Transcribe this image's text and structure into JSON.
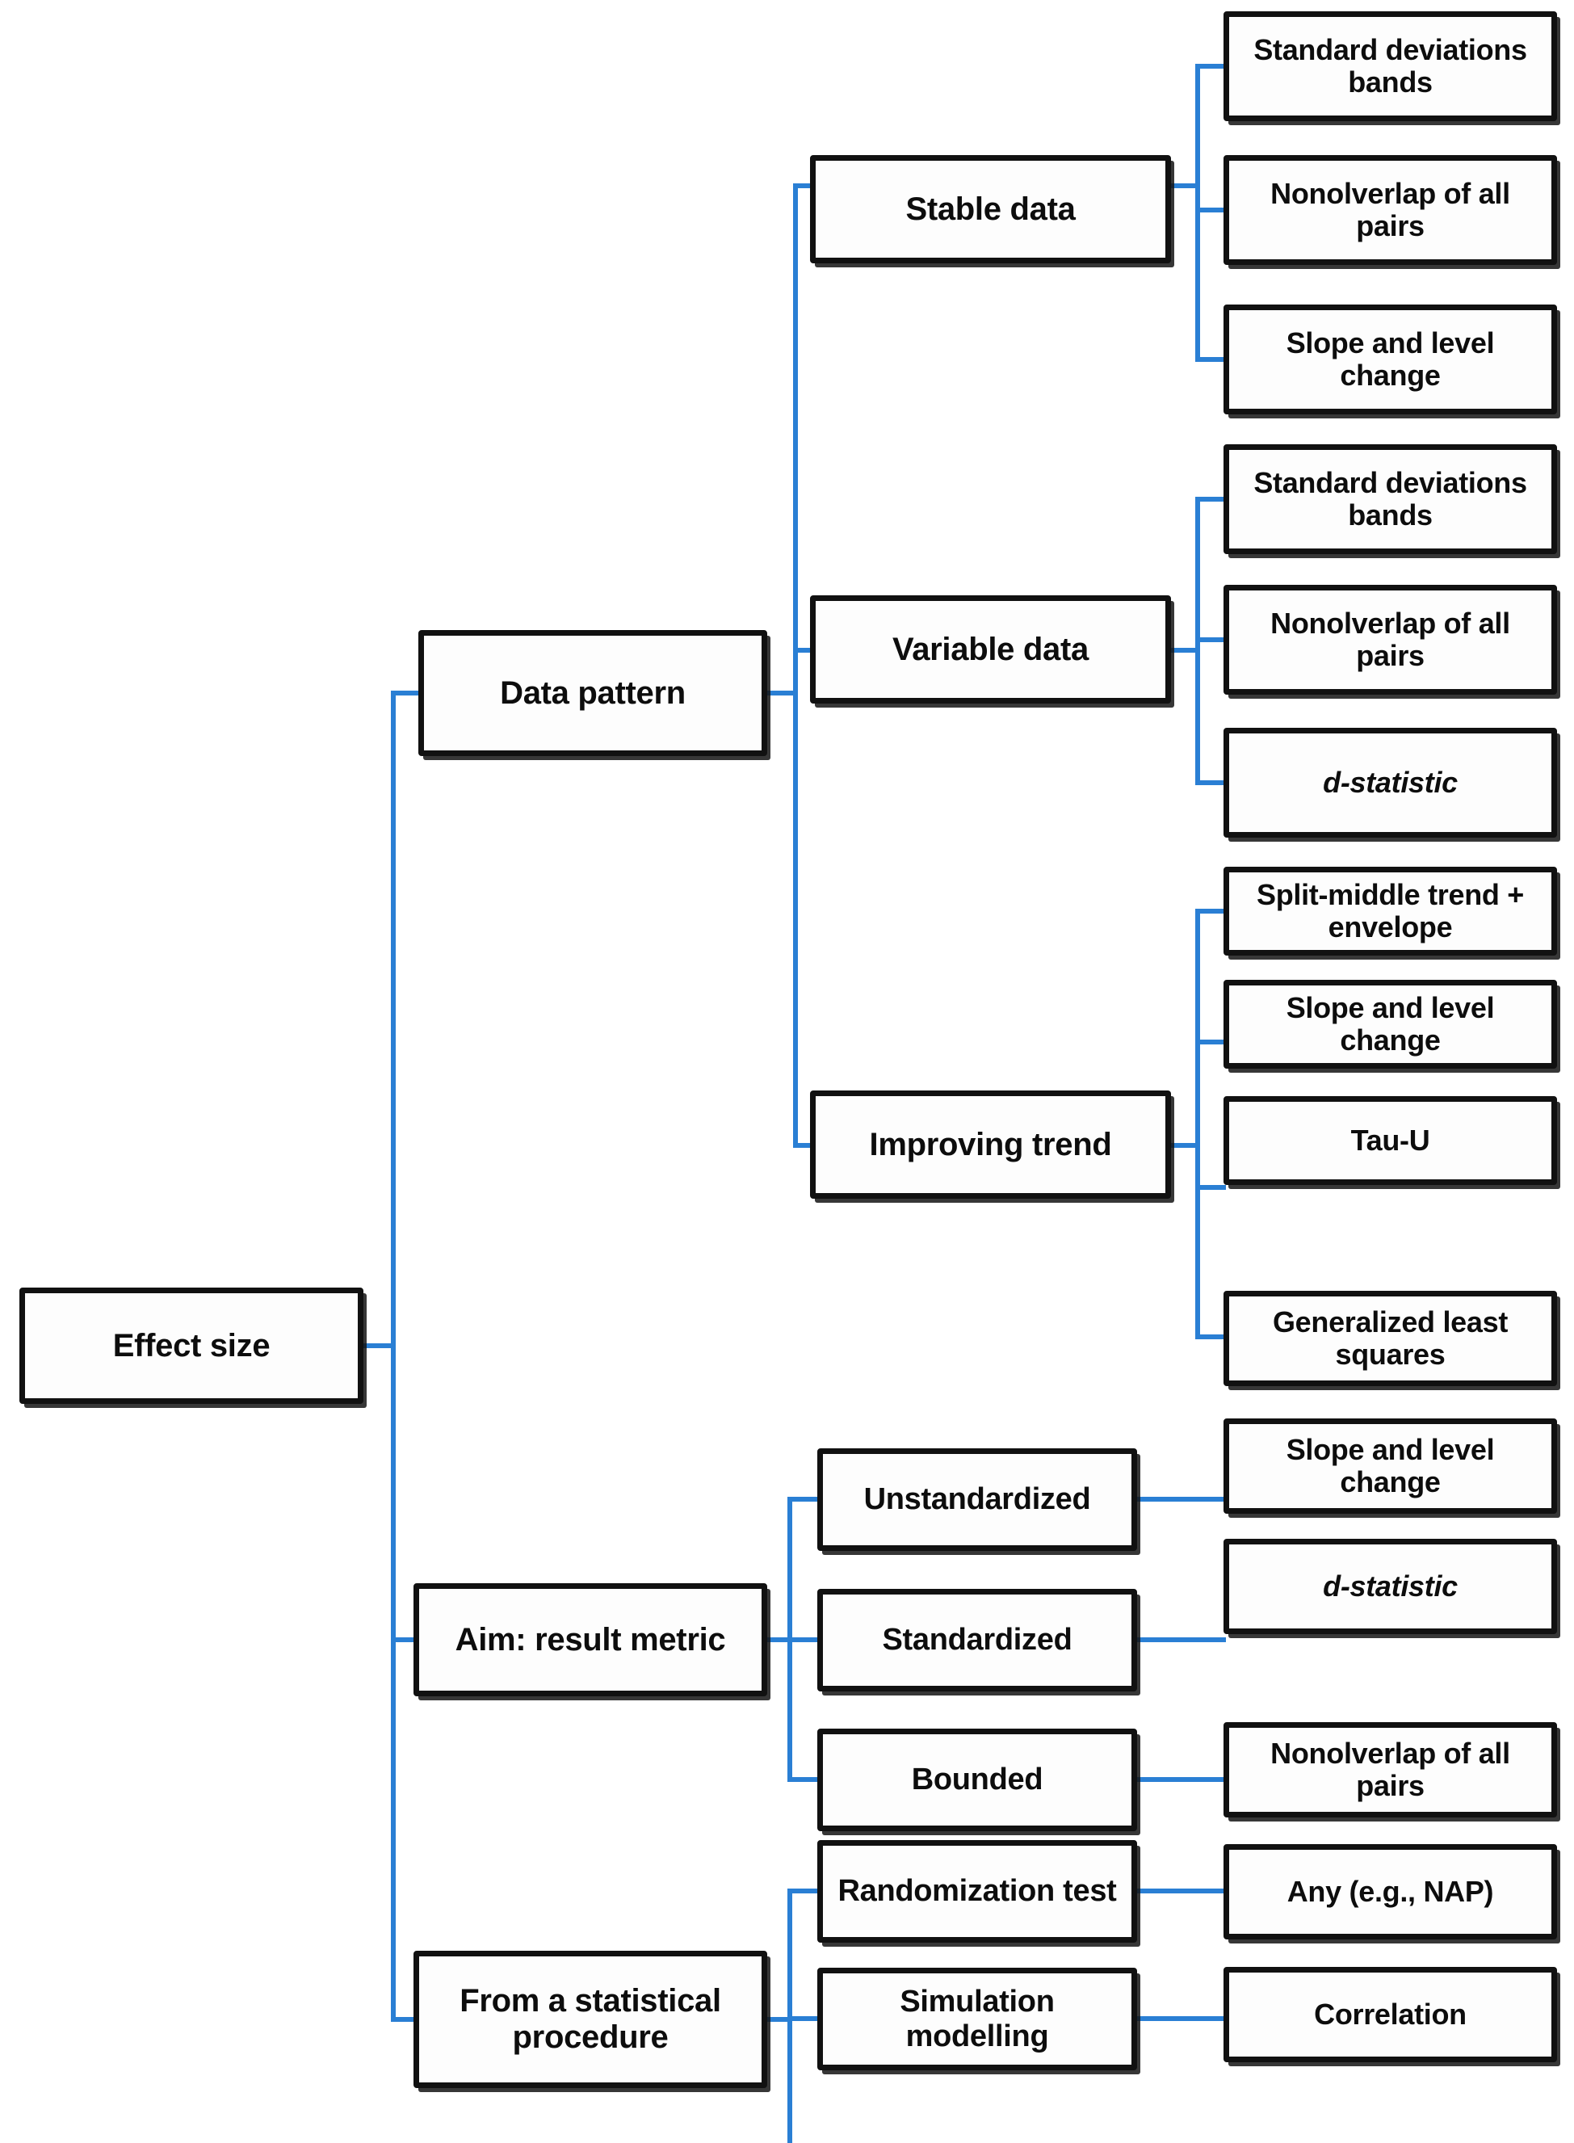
{
  "diagram": {
    "title": "Effect size",
    "type": "tree",
    "line_color": "#2a7fd4",
    "box_border_color": "#111111",
    "box_fill_color": "#fdfdfd"
  },
  "root": {
    "label": "Effect size"
  },
  "level1": [
    {
      "label": "Data pattern"
    },
    {
      "label": "Aim: result metric"
    },
    {
      "label": "From a statistical procedure"
    }
  ],
  "level2": [
    {
      "label": "Stable data"
    },
    {
      "label": "Variable data"
    },
    {
      "label": "Improving trend"
    },
    {
      "label": "Unstandardized"
    },
    {
      "label": "Standardized"
    },
    {
      "label": "Bounded"
    },
    {
      "label": "Randomization test"
    },
    {
      "label": "Simulation modelling"
    }
  ],
  "level3": [
    {
      "label": "Standard deviations  bands"
    },
    {
      "label": "Nonolverlap of all pairs"
    },
    {
      "label": "Slope and level change"
    },
    {
      "label": "Standard deviations  bands"
    },
    {
      "label": "Nonolverlap of all pairs"
    },
    {
      "label": "d-statistic",
      "italic_lead": "d"
    },
    {
      "label": "Split-middle trend + envelope"
    },
    {
      "label": "Slope and level change"
    },
    {
      "label": "Tau-U"
    },
    {
      "label": "Generalized least squares"
    },
    {
      "label": "Slope and level change"
    },
    {
      "label": "d-statistic",
      "italic_lead": "d"
    },
    {
      "label": "Nonolverlap of all pairs"
    },
    {
      "label": "Any (e.g., NAP)"
    },
    {
      "label": "Correlation"
    }
  ]
}
